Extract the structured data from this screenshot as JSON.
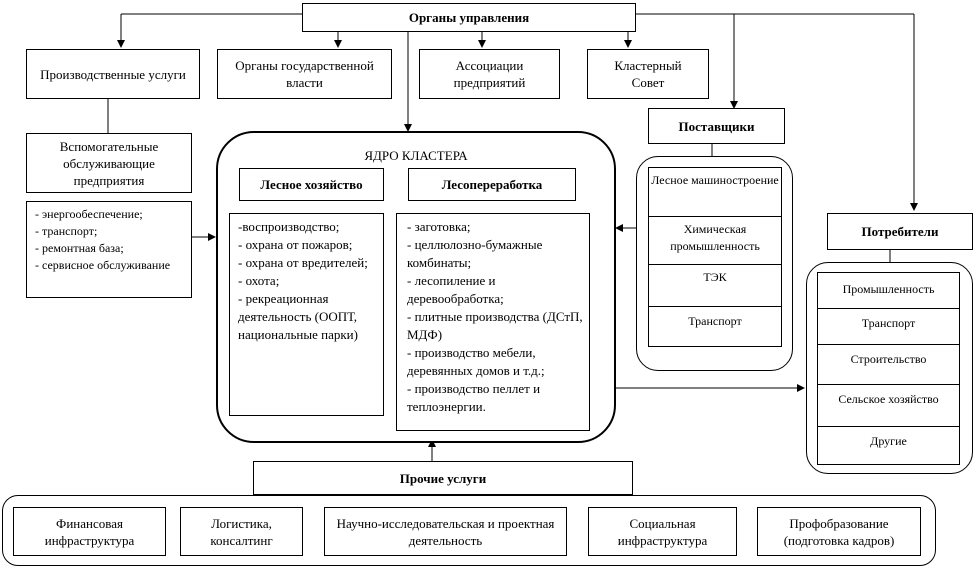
{
  "top": {
    "governance": "Органы управления"
  },
  "row2": {
    "prod_services": "Производственные услуги",
    "gov_bodies": "Органы государственной власти",
    "associations": "Ассоциации предприятий",
    "cluster_council": "Кластерный Совет"
  },
  "aux": {
    "title": "Вспомогательные обслуживающие предприятия",
    "items": [
      "- энергообеспечение;",
      "- транспорт;",
      "- ремонтная база;",
      "- сервисное обслуживание"
    ]
  },
  "core": {
    "title": "ЯДРО КЛАСТЕРА",
    "forestry": {
      "title": "Лесное хозяйство",
      "items": [
        "-воспроизводство;",
        "- охрана от пожаров;",
        "- охрана от вредителей;",
        "- охота;",
        "- рекреационная деятельность (ООПТ, национальные парки)"
      ]
    },
    "processing": {
      "title": "Лесопереработка",
      "items": [
        "- заготовка;",
        "- целлюлозно-бумажные комбинаты;",
        "- лесопиление и деревообработка;",
        "- плитные производства (ДСтП, МДФ)",
        "- производство мебели, деревянных домов и т.д.;",
        "- производство пеллет и теплоэнергии."
      ]
    }
  },
  "suppliers": {
    "title": "Поставщики",
    "items": [
      "Лесное машиностроение",
      "Химическая промышленность",
      "ТЭК",
      "Транспорт"
    ]
  },
  "consumers": {
    "title": "Потребители",
    "items": [
      "Промышленность",
      "Транспорт",
      "Строительство",
      "Сельское хозяйство",
      "Другие"
    ]
  },
  "other": {
    "title": "Прочие услуги",
    "items": [
      "Финансовая инфраструктура",
      "Логистика, консалтинг",
      "Научно-исследовательская и проектная деятельность",
      "Социальная инфраструктура",
      "Профобразование (подготовка кадров)"
    ]
  }
}
